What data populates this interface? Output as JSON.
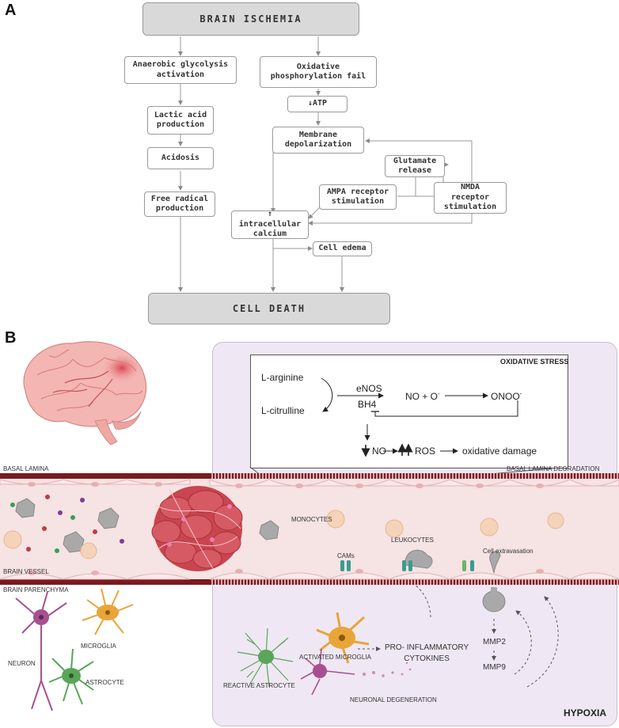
{
  "panel_a": {
    "label": "A",
    "brain_ischemia": "BRAIN ISCHEMIA",
    "anaerobic": "Anaerobic glycolysis\nactivation",
    "oxidative_fail": "Oxidative\nphosphorylation fail",
    "lactic": "Lactic acid\nproduction",
    "atp": "↓ATP",
    "membrane": "Membrane\ndepolarization",
    "acidosis": "Acidosis",
    "glutamate": "Glutamate\nrelease",
    "ampa": "AMPA receptor\nstimulation",
    "nmda": "NMDA\nreceptor\nstimulation",
    "free_radical": "Free radical\nproduction",
    "intracellular": "↑ intracellular\ncalcium",
    "cell_edema": "Cell edema",
    "cell_death": "CELL DEATH"
  },
  "panel_b": {
    "label": "B",
    "oxidative_stress": "OXIDATIVE STRESS",
    "l_arginine": "L-arginine",
    "l_citrulline": "L-citrulline",
    "enos": "eNOS",
    "bh4": "BH4",
    "no_o": "NO + O",
    "onoo": "ONOO",
    "superscript_minus": "-",
    "no": "NO",
    "ros": "ROS",
    "oxidative_damage": "oxidative damage",
    "basal_lamina": "BASAL LAMINA",
    "basal_lamina_degradation": "BASAL LAMINA DEGRADATION",
    "monocytes": "MONOCYTES",
    "leukocytes": "LEUKOCYTES",
    "cams": "CAMs",
    "cell_extravasation": "Cell extravasation",
    "brain_vessel": "BRAIN VESSEL",
    "brain_parenchyma": "BRAIN PARENCHYMA",
    "neuron": "NEURON",
    "microglia": "MICROGLIA",
    "astrocyte": "ASTROCYTE",
    "activated_microglia": "ACTIVATED MICROGLIA",
    "pro_inflammatory": "PRO- INFLAMMATORY\nCYTOKINES",
    "mmp2": "MMP2",
    "mmp9": "MMP9",
    "reactive_astrocyte": "REACTIVE ASTROCYTE",
    "neuronal_degeneration": "NEURONAL DEGENERATION",
    "hypoxia": "HYPOXIA"
  },
  "colors": {
    "vessel_wall": "#7a1a1f",
    "clot": "#c9454f",
    "neuron": "#a8508f",
    "microglia": "#e8a53a",
    "astrocyte": "#5aa55a",
    "cams": "#3a9d8f"
  }
}
